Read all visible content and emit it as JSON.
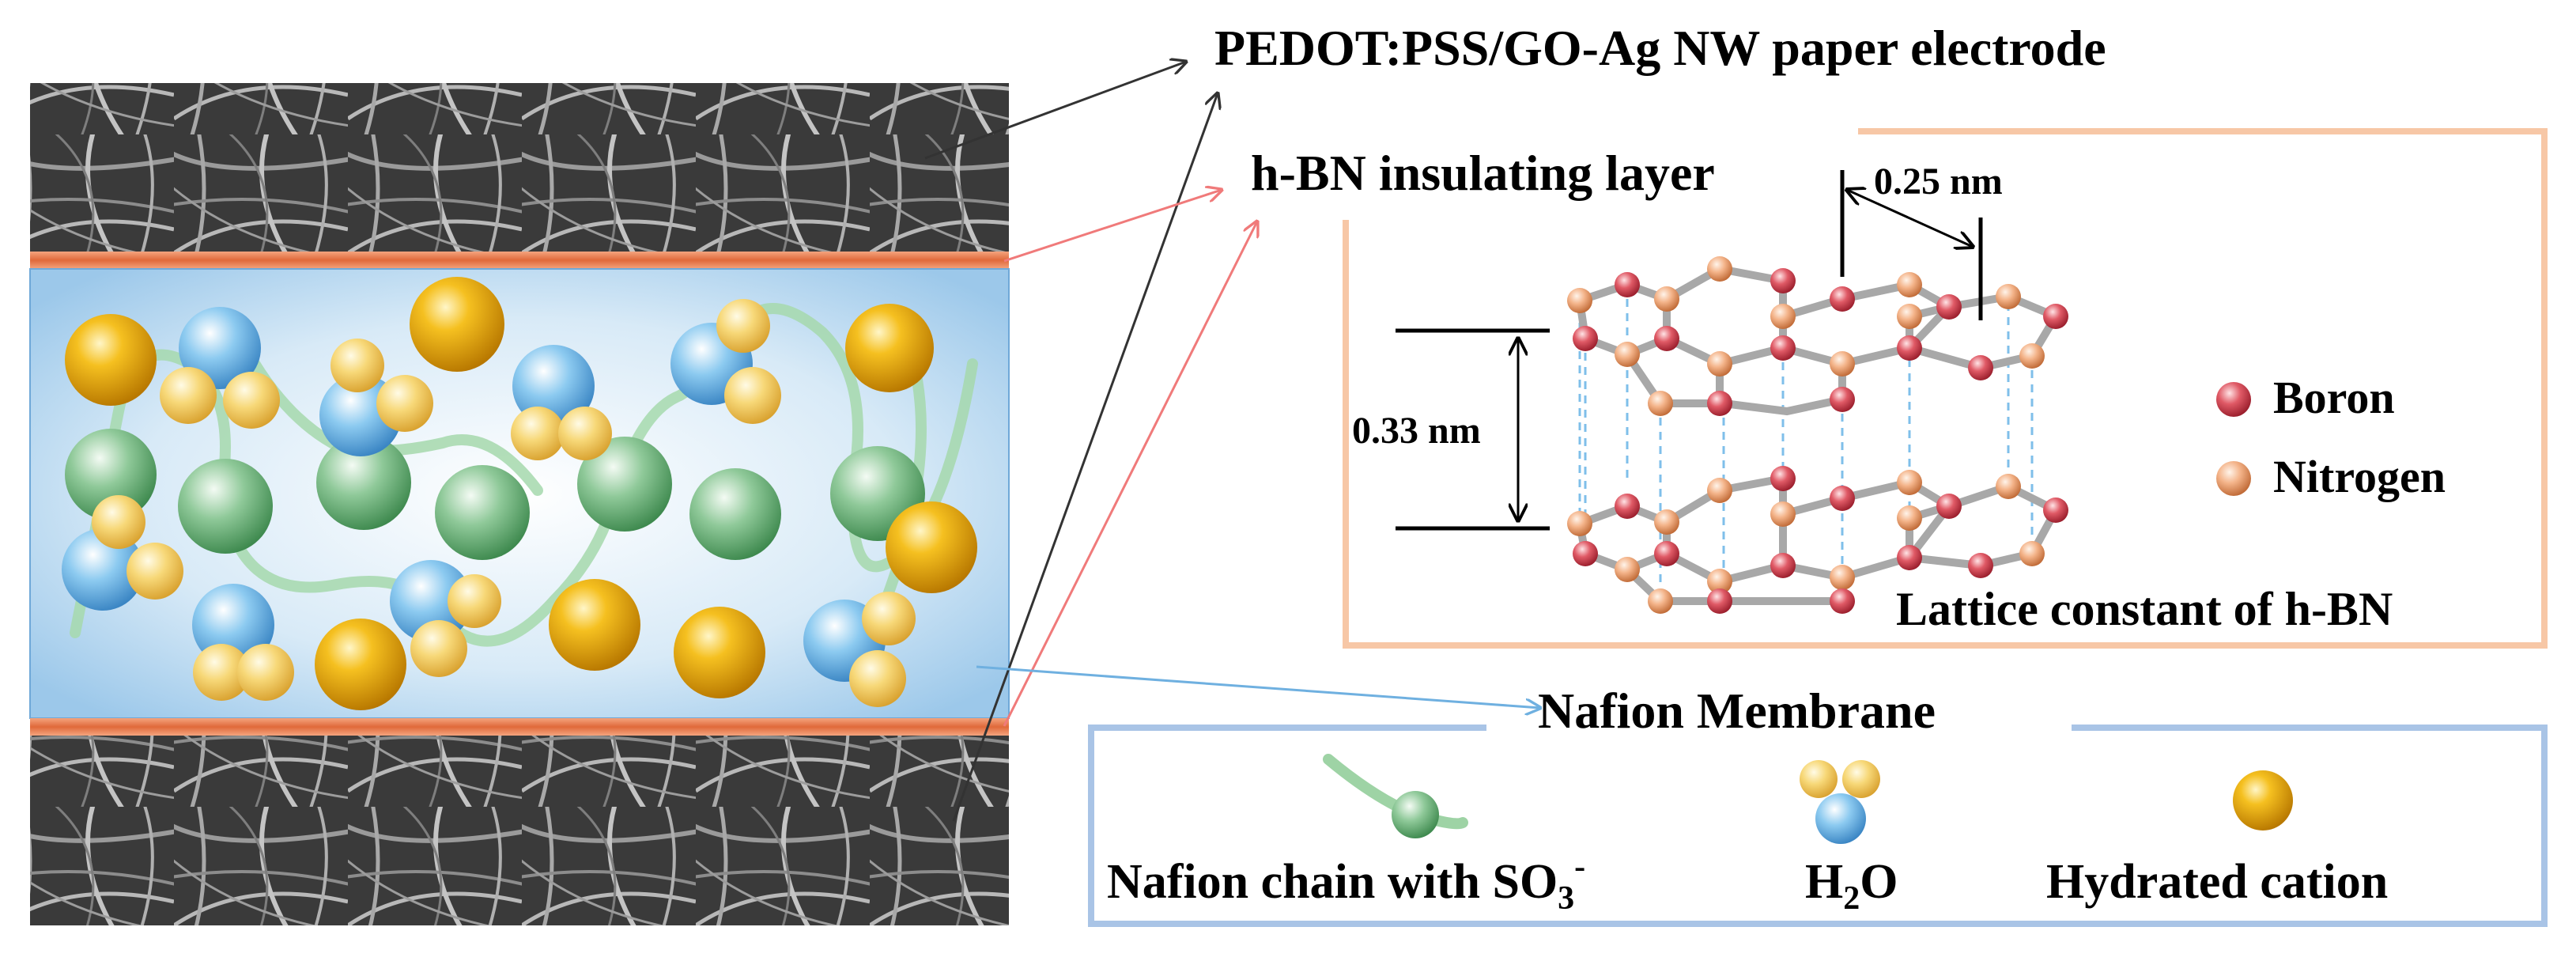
{
  "labels": {
    "electrode": "PEDOT:PSS/GO-Ag NW paper electrode",
    "insulating": "h-BN insulating layer",
    "lattice_a": "0.25 nm",
    "lattice_c": "0.33 nm",
    "boron": "Boron",
    "nitrogen": "Nitrogen",
    "lattice_caption": "Lattice constant of h-BN",
    "membrane": "Nafion Membrane",
    "legend_chain": "Nafion chain with SO",
    "legend_chain_sub": "3",
    "legend_chain_sup": "-",
    "legend_water": "H",
    "legend_water_sub": "2",
    "legend_water_tail": "O",
    "legend_cation": "Hydrated cation"
  },
  "colors": {
    "arrow_black": "#333333",
    "arrow_red": "#f07a7a",
    "arrow_blue": "#6fb0e0",
    "lattice_box": "#f7c7a6",
    "legend_box": "#a9c4e6",
    "hbn_strip": "#e8825a",
    "membrane_bg": "#d4e8f6",
    "boron": "#d94a57",
    "nitrogen": "#f0a878",
    "cation": "#f0b010",
    "water_o": "#7fc0ea",
    "water_h": "#f4cc60",
    "sulfonate": "#7fc08a",
    "chain": "#9ed3a5"
  }
}
